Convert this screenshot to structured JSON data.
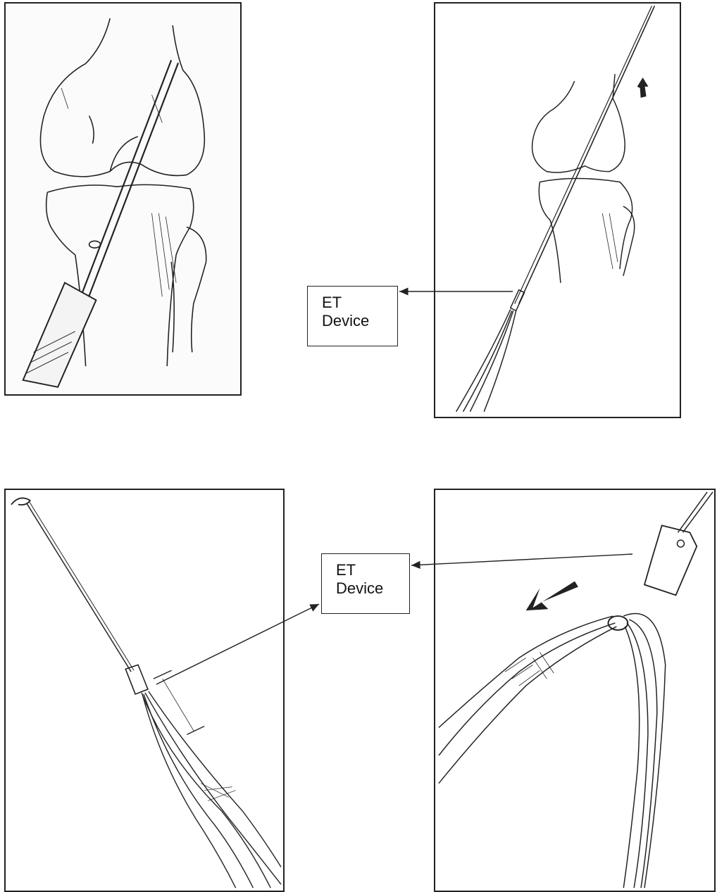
{
  "labels": {
    "et_device_top": {
      "line1": "ET",
      "line2": "Device"
    },
    "et_device_bottom": {
      "line1": "ET",
      "line2": "Device"
    }
  },
  "colors": {
    "ink": "#222222",
    "background": "#ffffff"
  }
}
